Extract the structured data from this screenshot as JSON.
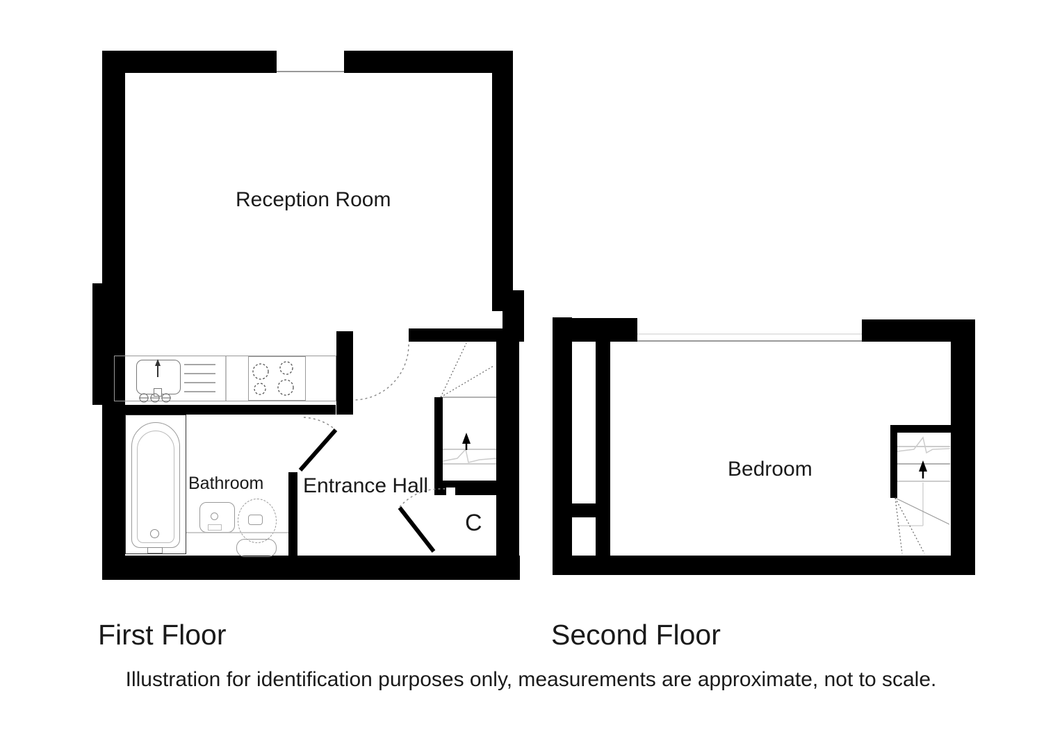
{
  "document": {
    "type": "estate-agent floor plan",
    "background": "#ffffff"
  },
  "colors": {
    "wall": "#000000",
    "fixture_line": "#999999",
    "light_line": "#cccccc",
    "door_arc": "#888888",
    "text": "#1a1a1a"
  },
  "first_floor": {
    "title": "First Floor",
    "reception_label": "Reception Room",
    "bathroom_label": "Bathroom",
    "entrance_label": "Entrance Hall",
    "cupboard_label": "C",
    "fixtures": [
      "kitchen-sink",
      "kitchen-drainer",
      "kitchen-hob",
      "bath",
      "washbasin",
      "toilet",
      "staircase"
    ],
    "stair_direction_arrow": "up"
  },
  "second_floor": {
    "title": "Second Floor",
    "bedroom_label": "Bedroom",
    "fixtures": [
      "staircase"
    ],
    "stair_direction_arrow": "up"
  },
  "footer": {
    "disclaimer": "Illustration for identification purposes only, measurements are approximate, not to scale."
  }
}
